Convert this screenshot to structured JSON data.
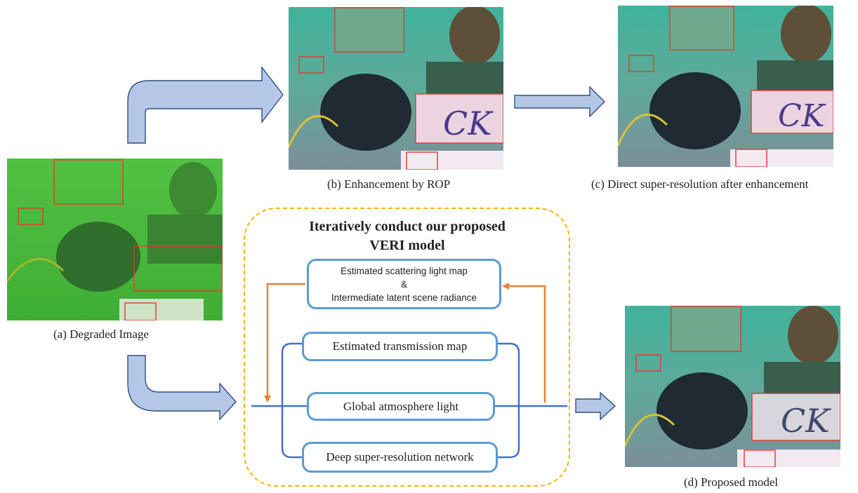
{
  "images": {
    "degraded": {
      "caption": "(a) Degraded Image"
    },
    "rop": {
      "caption": "(b) Enhancement by ROP"
    },
    "direct_sr": {
      "caption": "(c) Direct super-resolution after enhancement"
    },
    "proposed": {
      "caption": "(d) Proposed model"
    }
  },
  "module": {
    "title_line1": "Iteratively conduct our proposed",
    "title_line2": "VERI model",
    "feedback": {
      "line1": "Estimated scattering light map",
      "line2": "&",
      "line3": "Intermediate latent scene radiance"
    },
    "nodes": [
      {
        "label": "Estimated transmission map"
      },
      {
        "label": "Global atmosphere light"
      },
      {
        "label": "Deep super-resolution network"
      }
    ]
  },
  "colors": {
    "arrow_fill": "#b4c7e7",
    "arrow_stroke": "#2f4f7f",
    "node_border": "#5b9bd5",
    "flow_line": "#4472c4",
    "feedback_arrow": "#ed7d31",
    "dashed_border": "#f4b400",
    "crop_box": "#e23a2e"
  }
}
